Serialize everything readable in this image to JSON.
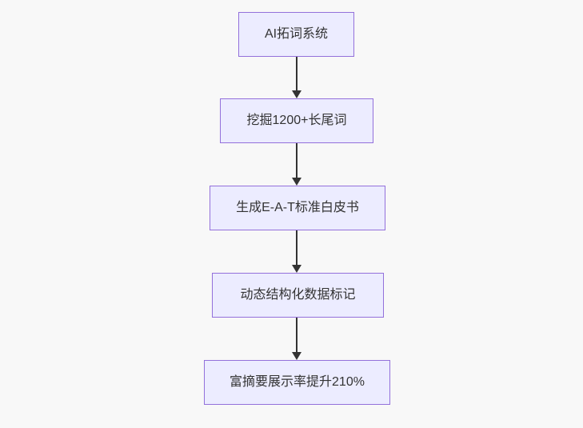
{
  "flowchart": {
    "type": "flowchart-vertical",
    "direction": "top-down",
    "colors": {
      "background": "#f8f8f8",
      "node_fill": "#ececff",
      "node_border": "#9370db",
      "arrow": "#333333",
      "text": "#333333"
    },
    "nodes": [
      {
        "label": "AI拓词系统"
      },
      {
        "label": "挖掘1200+长尾词"
      },
      {
        "label": "生成E-A-T标准白皮书"
      },
      {
        "label": "动态结构化数据标记"
      },
      {
        "label": "富摘要展示率提升210%"
      }
    ],
    "edges": [
      {
        "from": 0,
        "to": 1
      },
      {
        "from": 1,
        "to": 2
      },
      {
        "from": 2,
        "to": 3
      },
      {
        "from": 3,
        "to": 4
      }
    ]
  }
}
